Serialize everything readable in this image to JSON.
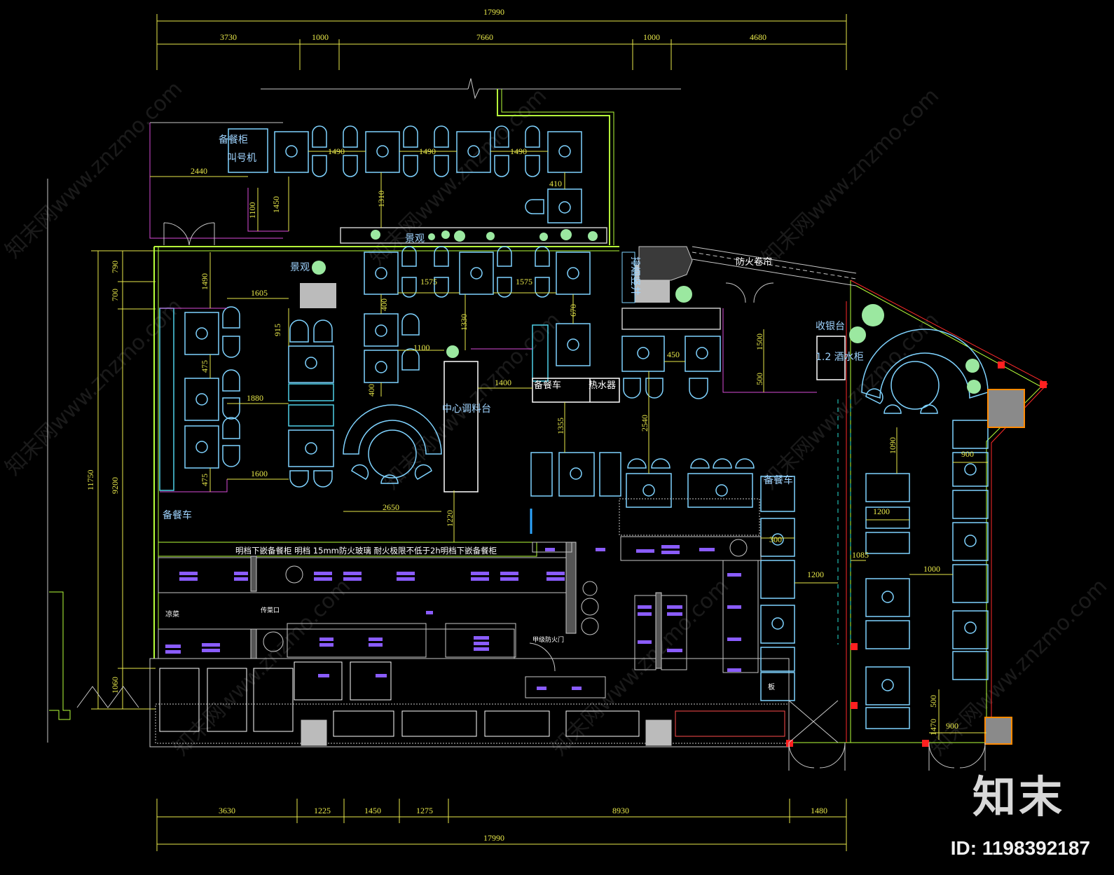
{
  "labels": {
    "prep_cabinet_top": "备餐柜",
    "caller": "叫号机",
    "scenery_top": "景观",
    "scenery_left": "景观",
    "fire_shutter": "防火卷帘",
    "exhaust_shaft": "排烟竖井",
    "cashier": "收银台",
    "wine_cabinet": "1.2 酒水柜",
    "service_cart_a": "备餐车",
    "water_heater": "热水器",
    "central_seasoning": "中心调料台",
    "service_cart_b": "备餐车",
    "service_cart_left": "备餐车",
    "cold_dish": "凉菜",
    "pass_window": "传菜口",
    "fire_door": "甲级防火门",
    "board": "板",
    "kitchen_note": "明档下嵌备餐柜  明档  15mm防火玻璃  耐火极限不低于2h明档下嵌备餐柜"
  },
  "dims_top": {
    "total": "17990",
    "segments": [
      "3730",
      "1000",
      "7660",
      "1000",
      "4680"
    ]
  },
  "dims_bottom": {
    "total": "17990",
    "segments": [
      "3630",
      "1225",
      "1450",
      "1275",
      "8930",
      "1480"
    ]
  },
  "dims_left": {
    "total": "11750",
    "segments": [
      "790",
      "700",
      "9200",
      "1060"
    ]
  },
  "dims_inner": [
    "2440",
    "1490",
    "1490",
    "1490",
    "1100",
    "1450",
    "1310",
    "410",
    "1490",
    "1605",
    "915",
    "1575",
    "1575",
    "400",
    "1330",
    "670",
    "475",
    "1880",
    "1100",
    "400",
    "1400",
    "450",
    "1500",
    "500",
    "475",
    "1600",
    "2650",
    "1355",
    "2540",
    "1220",
    "1090",
    "900",
    "1200",
    "900",
    "1200",
    "300",
    "1085",
    "1000",
    "500",
    "1470"
  ],
  "watermark": "知末网www.znzmo.com",
  "brand": "知末",
  "id_text": "ID: 1198392187",
  "colors": {
    "background": "#000000",
    "wall": "#c8c8c8",
    "glass": "#b6ff3a",
    "dimension": "#e8e84a",
    "furniture": "#7fd3ff",
    "kitchen": "#8a5cff",
    "accent": "#ff2a6d",
    "orange": "#ff8a00"
  }
}
